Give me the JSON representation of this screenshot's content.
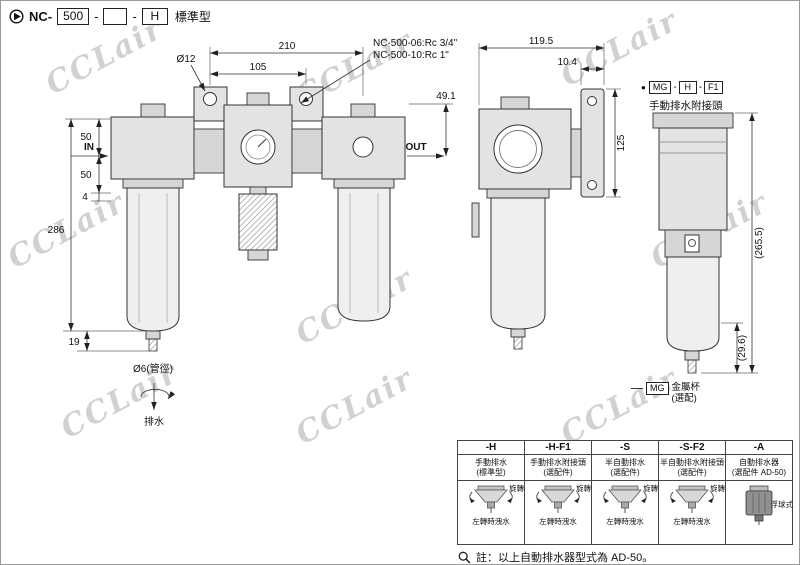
{
  "watermark": "CCLair",
  "header": {
    "prefix": "NC-",
    "size_box": "500",
    "option_box": "",
    "type_box": "H",
    "sep": "-",
    "type_label": "標準型"
  },
  "front_view": {
    "dim_width_total": "210",
    "dim_width_half": "105",
    "dim_hole": "Ø12",
    "dim_height_top": "50",
    "dim_height_mid": "50",
    "dim_step": "4",
    "dim_height_total": "286",
    "dim_drain": "19",
    "dim_port_height": "49.1",
    "dim_tube": "Ø6(管徑)",
    "in_label": "IN",
    "out_label": "OUT",
    "drain_label": "排水",
    "port_note_1": "NC-500-06:Rc 3/4\"",
    "port_note_2": "NC-500-10:Rc 1\""
  },
  "side_view": {
    "dim_depth": "119.5",
    "dim_flange": "10.4",
    "dim_height": "125"
  },
  "option_view": {
    "bullet": "●",
    "sep": "-",
    "code_boxes": [
      "MG",
      "H",
      "F1"
    ],
    "label": "手動排水附接頭",
    "dim_height_total": "(265.5)",
    "dim_bowl": "(29.6)",
    "mg_code": "MG",
    "mg_label_1": "金屬杯",
    "mg_label_2": "(選配)"
  },
  "drain_table": {
    "columns": [
      {
        "code": "-H",
        "desc_1": "手動排水",
        "desc_2": "(標準型)",
        "rotate_label": "旋轉",
        "bottom_label": "左轉時洩水"
      },
      {
        "code": "-H-F1",
        "desc_1": "手動排水附接頭",
        "desc_2": "(選配件)",
        "rotate_label": "旋轉",
        "bottom_label": "左轉時洩水"
      },
      {
        "code": "-S",
        "desc_1": "半自動排水",
        "desc_2": "(選配件)",
        "rotate_label": "旋轉",
        "bottom_label": "左轉時洩水"
      },
      {
        "code": "-S-F2",
        "desc_1": "半自動排水附接頭",
        "desc_2": "(選配件)",
        "rotate_label": "旋轉",
        "bottom_label": "左轉時洩水"
      },
      {
        "code": "-A",
        "desc_1": "自動排水器",
        "desc_2": "(選配件 AD-50)",
        "rotate_label": "浮球式",
        "bottom_label": ""
      }
    ]
  },
  "footer": {
    "note": "註：以上自動排水器型式為 AD-50。"
  }
}
